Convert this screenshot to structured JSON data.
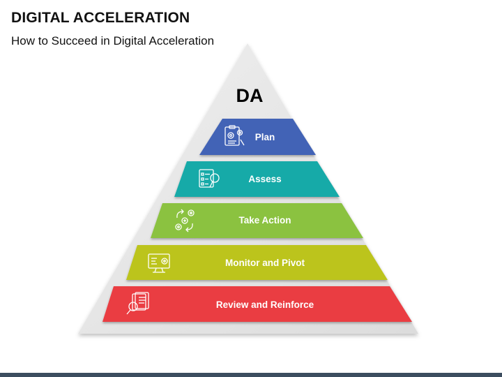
{
  "header": {
    "title": "DIGITAL ACCELERATION",
    "subtitle": "How to Succeed in Digital Acceleration"
  },
  "pyramid": {
    "apex_label": "DA",
    "background_color": "#e6e6e6",
    "layers": [
      {
        "label": "Plan",
        "color": "#4363b6",
        "icon": "project-plan-icon"
      },
      {
        "label": "Assess",
        "color": "#16aaa8",
        "icon": "checklist-magnifier-icon"
      },
      {
        "label": "Take Action",
        "color": "#8bc23f",
        "icon": "gears-arrows-icon"
      },
      {
        "label": "Monitor and Pivot",
        "color": "#bcc41f",
        "icon": "monitor-gear-icon"
      },
      {
        "label": "Review and Reinforce",
        "color": "#ea3d43",
        "icon": "document-search-icon"
      }
    ]
  },
  "footer": {
    "bar_color": "#3c4d5f"
  }
}
